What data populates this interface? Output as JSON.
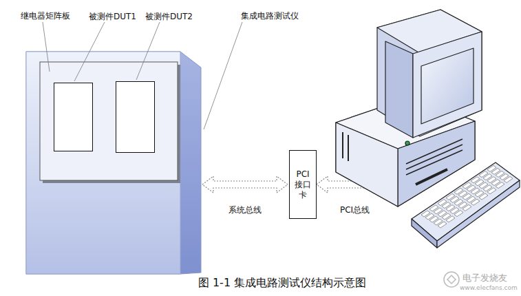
{
  "diagram": {
    "caption": "图 1-1  集成电路测试仪结构示意图",
    "nodes": [
      {
        "text": [
          "集成电路测试仪"
        ]
      },
      {
        "text": [
          "继电器矩阵板"
        ],
        "in": 0
      },
      {
        "text": [
          "被测件DUT1"
        ],
        "in": 1
      },
      {
        "text": [
          "被测件DUT2"
        ],
        "in": 1
      },
      {
        "text": [
          "PCI 接口 卡"
        ]
      }
    ],
    "edges": [
      {
        "from": 0,
        "to": 4,
        "arrow": "both",
        "label": "系统总线"
      }
    ],
    "labels": [
      "PCI总线",
      "电子发烧友",
      "www.elecfans.com"
    ]
  }
}
